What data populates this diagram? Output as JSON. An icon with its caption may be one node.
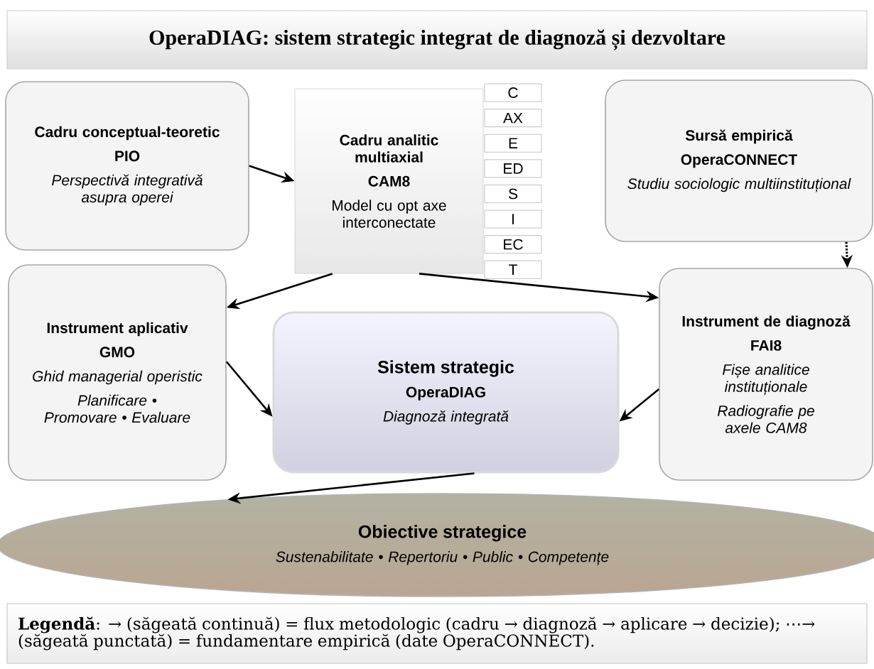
{
  "diagram": {
    "title": "OperaDIAG: sistem strategic integrat de diagnoză și dezvoltare",
    "nodes": [
      {
        "text": [
          "Cadru conceptual-teoretic",
          "PIO",
          "Perspectivă integrativă asupra operei"
        ]
      },
      {
        "text": [
          "Cadru analitic multiaxial",
          "CAM8",
          "Model cu opt axe interconectate"
        ]
      },
      {
        "text": [
          "C"
        ]
      },
      {
        "text": [
          "AX"
        ]
      },
      {
        "text": [
          "E"
        ]
      },
      {
        "text": [
          "ED"
        ]
      },
      {
        "text": [
          "S"
        ]
      },
      {
        "text": [
          "I"
        ]
      },
      {
        "text": [
          "EC"
        ]
      },
      {
        "text": [
          "T"
        ]
      },
      {
        "text": [
          "Sursă empirică",
          "OperaCONNECT",
          "Studiu sociologic multiinstituțional"
        ]
      },
      {
        "text": [
          "Instrument aplicativ",
          "GMO",
          "Ghid managerial operistic",
          "Planificare • Promovare • Evaluare"
        ]
      },
      {
        "text": [
          "Sistem strategic",
          "OperaDIAG",
          "Diagnoză integrată"
        ]
      },
      {
        "text": [
          "Instrument de diagnoză",
          "FAI8",
          "Fișe analitice instituționale",
          "Radiografie pe axele CAM8"
        ]
      },
      {
        "text": [
          "Obiective strategice",
          "Sustenabilitate • Repertoriu • Public • Competențe"
        ]
      }
    ],
    "edges": [
      {
        "from": 0,
        "to": 1,
        "arrow": "to"
      },
      {
        "from": 1,
        "to": 11,
        "arrow": "to"
      },
      {
        "from": 1,
        "to": 13,
        "arrow": "to"
      },
      {
        "from": 10,
        "to": 13,
        "arrow": "to",
        "style": "dashed"
      },
      {
        "from": 11,
        "to": 12,
        "arrow": "to"
      },
      {
        "from": 13,
        "to": 12,
        "arrow": "to"
      },
      {
        "from": 12,
        "to": 14,
        "arrow": "to"
      }
    ],
    "labels": [
      "**Legendă**: → (săgeată continuă) = flux metodologic (cadru → diagnoză → aplicare → decizie); ⋯→ (săgeată punctată) = fundamentare empirică (date OperaCONNECT)."
    ]
  }
}
